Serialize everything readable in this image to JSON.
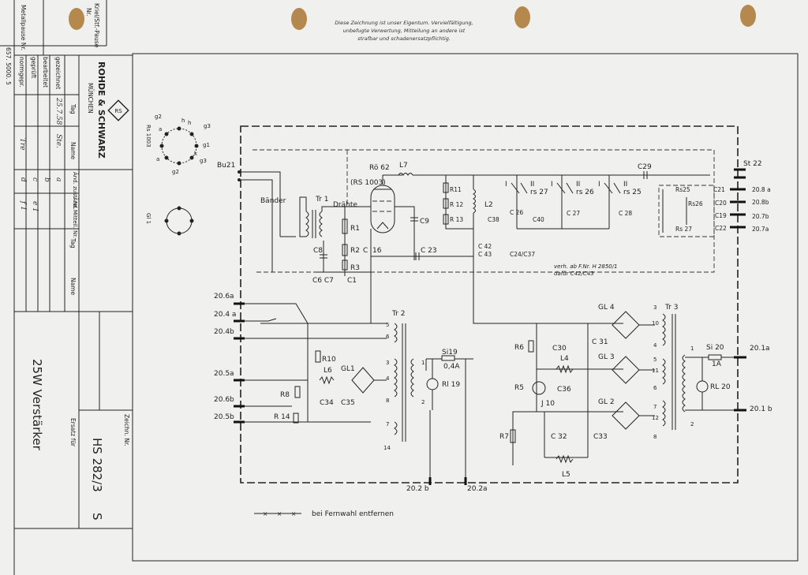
{
  "notice": [
    "Diese Zeichnung ist unser Eigentum. Vervielfältigung,",
    "unbefugte Verwertung, Mitteilung an andere ist",
    "strafbar und schadenersatzpflichtig."
  ],
  "edge_labels": {
    "top_a": "Kriel/Stf.-Pause",
    "top_b": "Nr.",
    "pause": "Metallpause Nr.",
    "stamp": "657. 5000. 5"
  },
  "title_block": {
    "company": "ROHDE & SCHWARZ",
    "city": "MÜNCHEN",
    "rows": [
      "gezeichnet",
      "bearbeitet",
      "geprüft",
      "normgepr."
    ],
    "col_tag": "Tag",
    "col_name": "Name",
    "col_aend": "Änd. zust. Nr.",
    "col_aend_mitt": "Änd.Mitteil. Nr.",
    "col_tag2": "Tag",
    "col_name2": "Name",
    "date": "25.7.58",
    "drawing_title": "25W Verstärker",
    "zeichn_label": "Zeichn. Nr.",
    "drawing_number": "HS 282/3",
    "suffix": "S",
    "ersatz_label": "Ersatz für"
  },
  "handwritten": {
    "name_entry": "Ste.",
    "sig1": "Tre",
    "aend1": "a",
    "aend2": "b",
    "aend3": "c",
    "aend4": "d",
    "mitt1": "e 1",
    "mitt2": "f 1"
  },
  "tube_base": {
    "name": "Rs 1003",
    "pins": [
      "g3",
      "g1",
      "g3",
      "k",
      "h",
      "a",
      "g2",
      "g2",
      "a",
      "h"
    ]
  },
  "rectifier_symbol": {
    "name": "Gl 1"
  },
  "labels": {
    "bu21": "Bu21",
    "baender": "Bänder",
    "draehte": "Drähte",
    "tr1": "Tr 1",
    "roe62": "Rö 62",
    "rs1003": "(RS 1003)",
    "l7": "L7",
    "c9": "C9",
    "r1": "R1",
    "r2": "R2",
    "r3": "R3",
    "c": "C",
    "c16": "16",
    "c8": "C8",
    "c6c7": "C6 C7",
    "c1": "C1",
    "r11": "R11",
    "r12": "R 12",
    "r13": "R 13",
    "l2": "L2",
    "c38": "C38",
    "c26": "C 26",
    "c40": "C40",
    "c27": "C 27",
    "c28": "C 28",
    "c29": "C29",
    "rs27": "rs 27",
    "rs26": "rs 26",
    "rs25": "rs 25",
    "sw1": "I",
    "sw2": "II",
    "c42": "C 42",
    "c43": "C 43",
    "c24c37": "C24/C37",
    "c23": "C 23",
    "note": [
      "verh. ab F.Nr. H 2850/1",
      "dafür C42/C43"
    ],
    "st22": "St 22",
    "Rs25": "Rs25",
    "Rs26": "Rs26",
    "Rs27": "Rs 27",
    "c21": "C21",
    "c20": "C20",
    "c19": "C19",
    "c22": "C22",
    "p208a": "20.8 a",
    "p208b": "20.8b",
    "p207b": "20.7b",
    "p207a": "20.7a",
    "p206a": "20.6a",
    "p204a": "20.4 a",
    "p204b": "20.4b",
    "p205a": "20.5a",
    "p206b": "20.6b",
    "p205b": "20.5b",
    "p202b": "20.2 b",
    "p202a": "20.2a",
    "p201a": "20.1a",
    "p201b": "20.1 b",
    "tr2": "Tr 2",
    "tr3": "Tr 3",
    "r10": "R10",
    "l6": "L6",
    "gl1": "GL1",
    "r8": "R8",
    "r14": "R 14",
    "c34": "C34",
    "c35": "C35",
    "si19": "Si19",
    "si19v": "0,4A",
    "rl19": "Rl 19",
    "si20": "Si 20",
    "si20v": "1A",
    "rl20": "RL 20",
    "r6": "R6",
    "c30": "C30",
    "c31": "C 31",
    "l4": "L4",
    "r5": "R5",
    "c36": "C36",
    "j10": "J 10",
    "r7": "R7",
    "c32": "C 32",
    "c33": "C33",
    "l5": "L5",
    "gl2": "GL 2",
    "gl3": "GL 3",
    "gl4": "GL 4",
    "fernwahl": "bei Fernwahl entfernen"
  }
}
